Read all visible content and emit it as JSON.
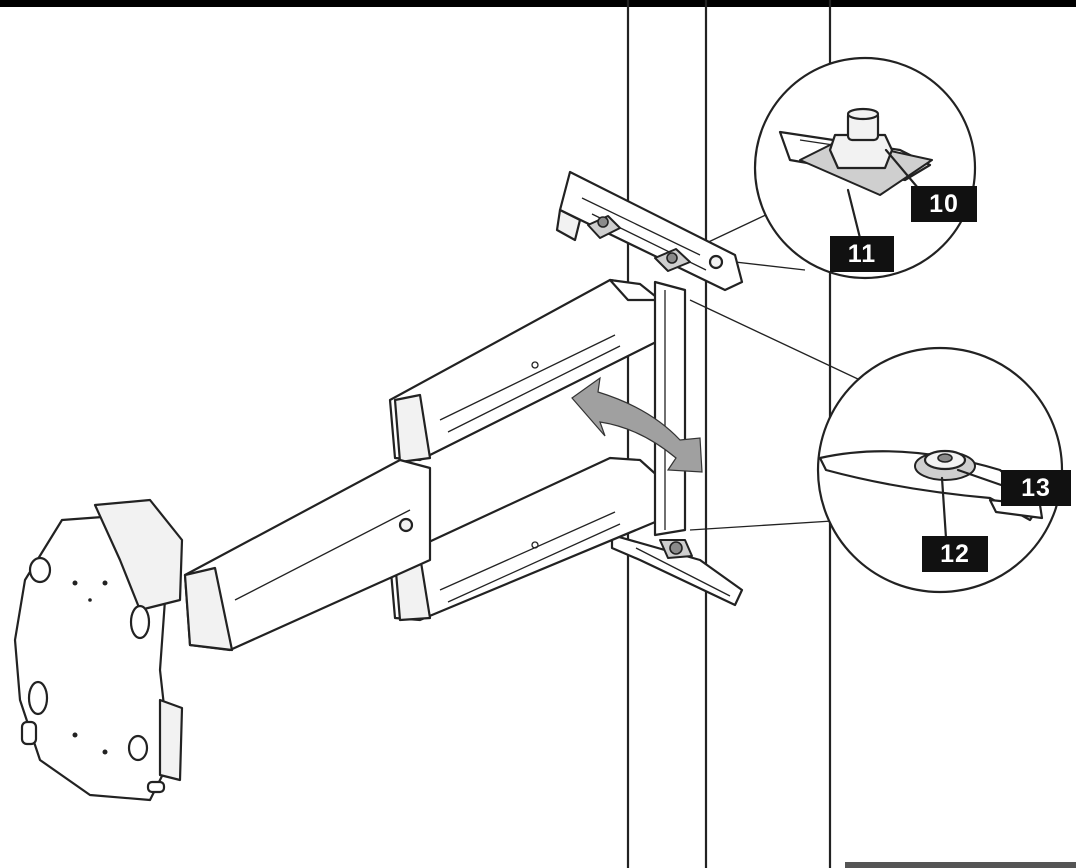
{
  "callouts": {
    "label_10": "10",
    "label_11": "11",
    "label_12": "12",
    "label_13": "13"
  },
  "colors": {
    "label_background": "#111111",
    "label_text": "#ffffff",
    "line_art": "#222222",
    "arrow_fill": "#a0a0a0"
  }
}
